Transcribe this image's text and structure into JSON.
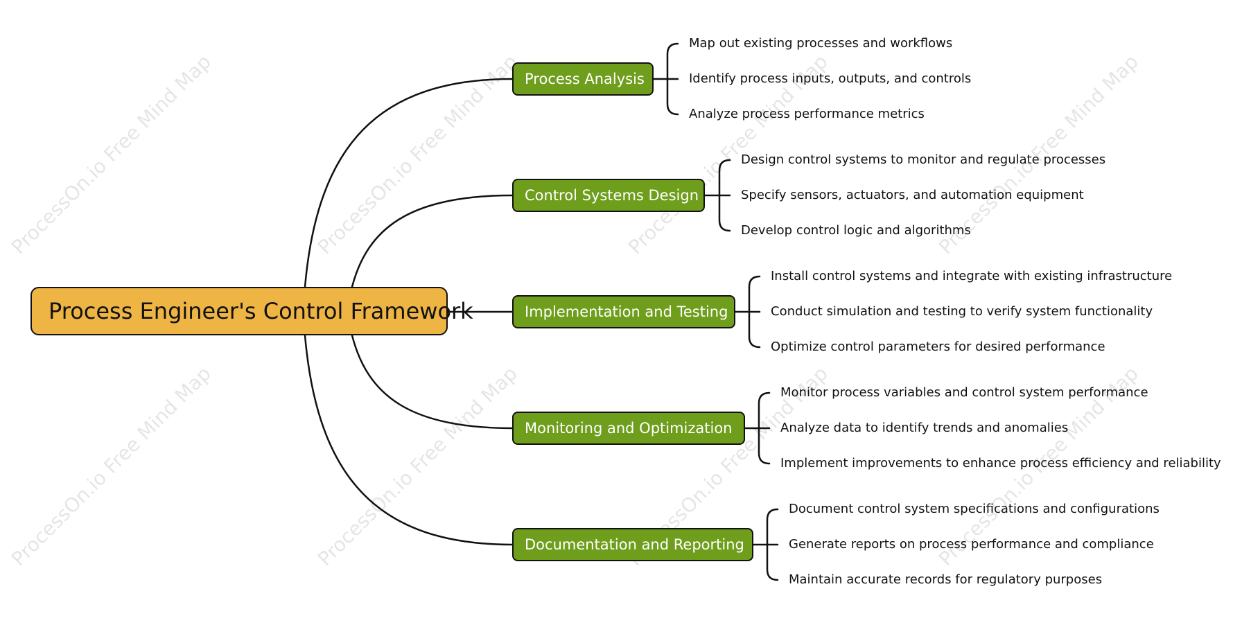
{
  "root": {
    "label": "Process Engineer's Control Framework",
    "color": "#eeb545"
  },
  "branch_color": "#6e9e1c",
  "branches": [
    {
      "label": "Process Analysis",
      "items": [
        "Map out existing processes and workflows",
        "Identify process inputs, outputs, and controls",
        "Analyze process performance metrics"
      ]
    },
    {
      "label": "Control Systems Design",
      "items": [
        "Design control systems to monitor and regulate processes",
        "Specify sensors, actuators, and automation equipment",
        "Develop control logic and algorithms"
      ]
    },
    {
      "label": "Implementation and Testing",
      "items": [
        "Install control systems and integrate with existing infrastructure",
        "Conduct simulation and testing to verify system functionality",
        "Optimize control parameters for desired performance"
      ]
    },
    {
      "label": "Monitoring and Optimization",
      "items": [
        "Monitor process variables and control system performance",
        "Analyze data to identify trends and anomalies",
        "Implement improvements to enhance process efficiency and reliability"
      ]
    },
    {
      "label": "Documentation and Reporting",
      "items": [
        "Document control system specifications and configurations",
        "Generate reports on process performance and compliance",
        "Maintain accurate records for regulatory purposes"
      ]
    }
  ],
  "watermark": "ProcessOn.io Free Mind Map"
}
